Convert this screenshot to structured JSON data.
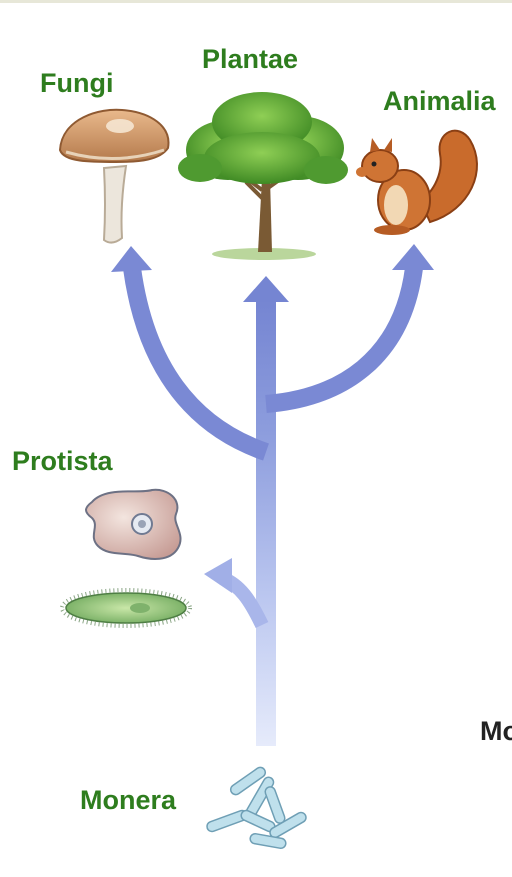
{
  "labels": {
    "fungi": "Fungi",
    "plantae": "Plantae",
    "animalia": "Animalia",
    "protista": "Protista",
    "monera": "Monera",
    "cut_text": "Mo"
  },
  "colors": {
    "label_green": "#2e7d1e",
    "arrow_blue": "#7f8fd6",
    "arrow_light": "#dde4f8"
  },
  "icons": {
    "fungi": "mushroom-icon",
    "plantae": "tree-icon",
    "animalia": "squirrel-icon",
    "protista": [
      "amoeba-icon",
      "paramecium-icon"
    ],
    "monera": "bacteria-icon"
  }
}
